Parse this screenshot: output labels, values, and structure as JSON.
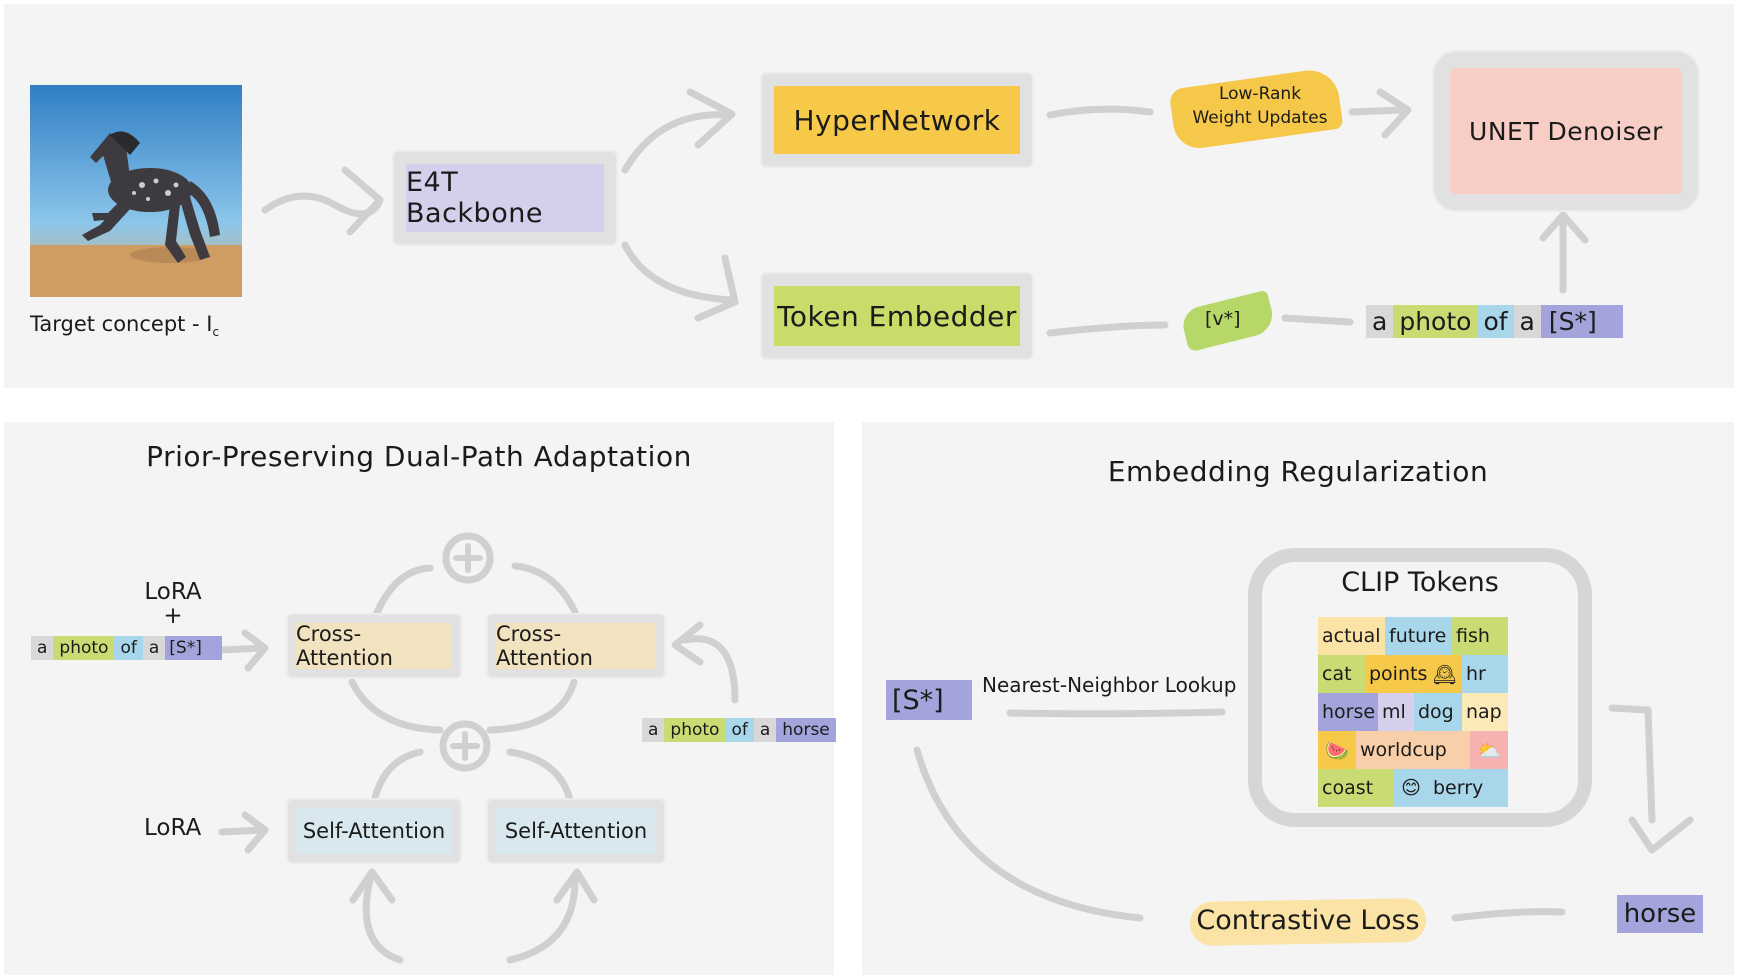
{
  "top": {
    "image_caption": "Target concept - I",
    "image_caption_sub": "c",
    "backbone": "E4T Backbone",
    "hypernetwork": "HyperNetwork",
    "token_embedder": "Token Embedder",
    "weight_updates": [
      "Low-Rank",
      "Weight Updates"
    ],
    "embedding_token": "[v*]",
    "unet": "UNET Denoiser",
    "prompt_tokens": [
      "a",
      "photo",
      "of",
      "a",
      "[S*]"
    ]
  },
  "dual_path": {
    "title": "Prior-Preserving Dual-Path Adaptation",
    "lora_plus": [
      "LoRA",
      "+"
    ],
    "lora": "LoRA",
    "prompt_concept": [
      "a",
      "photo",
      "of",
      "a",
      "[S*]"
    ],
    "prompt_prior": [
      "a",
      "photo",
      "of",
      "a",
      "horse"
    ],
    "cross_attention_left": "Cross-Attention",
    "cross_attention_right": "Cross-Attention",
    "self_attention_left": "Self-Attention",
    "self_attention_right": "Self-Attention",
    "plus_symbol": "+"
  },
  "regularization": {
    "title": "Embedding Regularization",
    "concept_token": "[S*]",
    "lookup": "Nearest-Neighbor Lookup",
    "clip_title": "CLIP Tokens",
    "clip_rows": [
      [
        "actual",
        "future",
        "fish"
      ],
      [
        "cat",
        "points",
        "🕰",
        "hr"
      ],
      [
        "horse",
        "ml",
        "dog",
        "nap"
      ],
      [
        "🍉",
        "worldcup",
        "⛅"
      ],
      [
        "coast",
        "😊",
        "berry"
      ]
    ],
    "loss": "Contrastive Loss",
    "nearest": "horse"
  },
  "colors": {
    "panel": "#f4f4f4",
    "hypernetwork": "#f7c948",
    "backbone": "#d4d0ec",
    "token_embedder": "#c8dc6a",
    "unet": "#f7cdc6",
    "token_a": "#d8d8d8",
    "token_photo": "#c9dc74",
    "token_of": "#a8d6ea",
    "token_s": "#a4a4dc",
    "cross_attention": "#f1e2c0",
    "self_attention": "#d8e8ee",
    "loss": "#fbe3a5",
    "weight_updates": "#f6c84a",
    "v_token": "#b6d868"
  }
}
